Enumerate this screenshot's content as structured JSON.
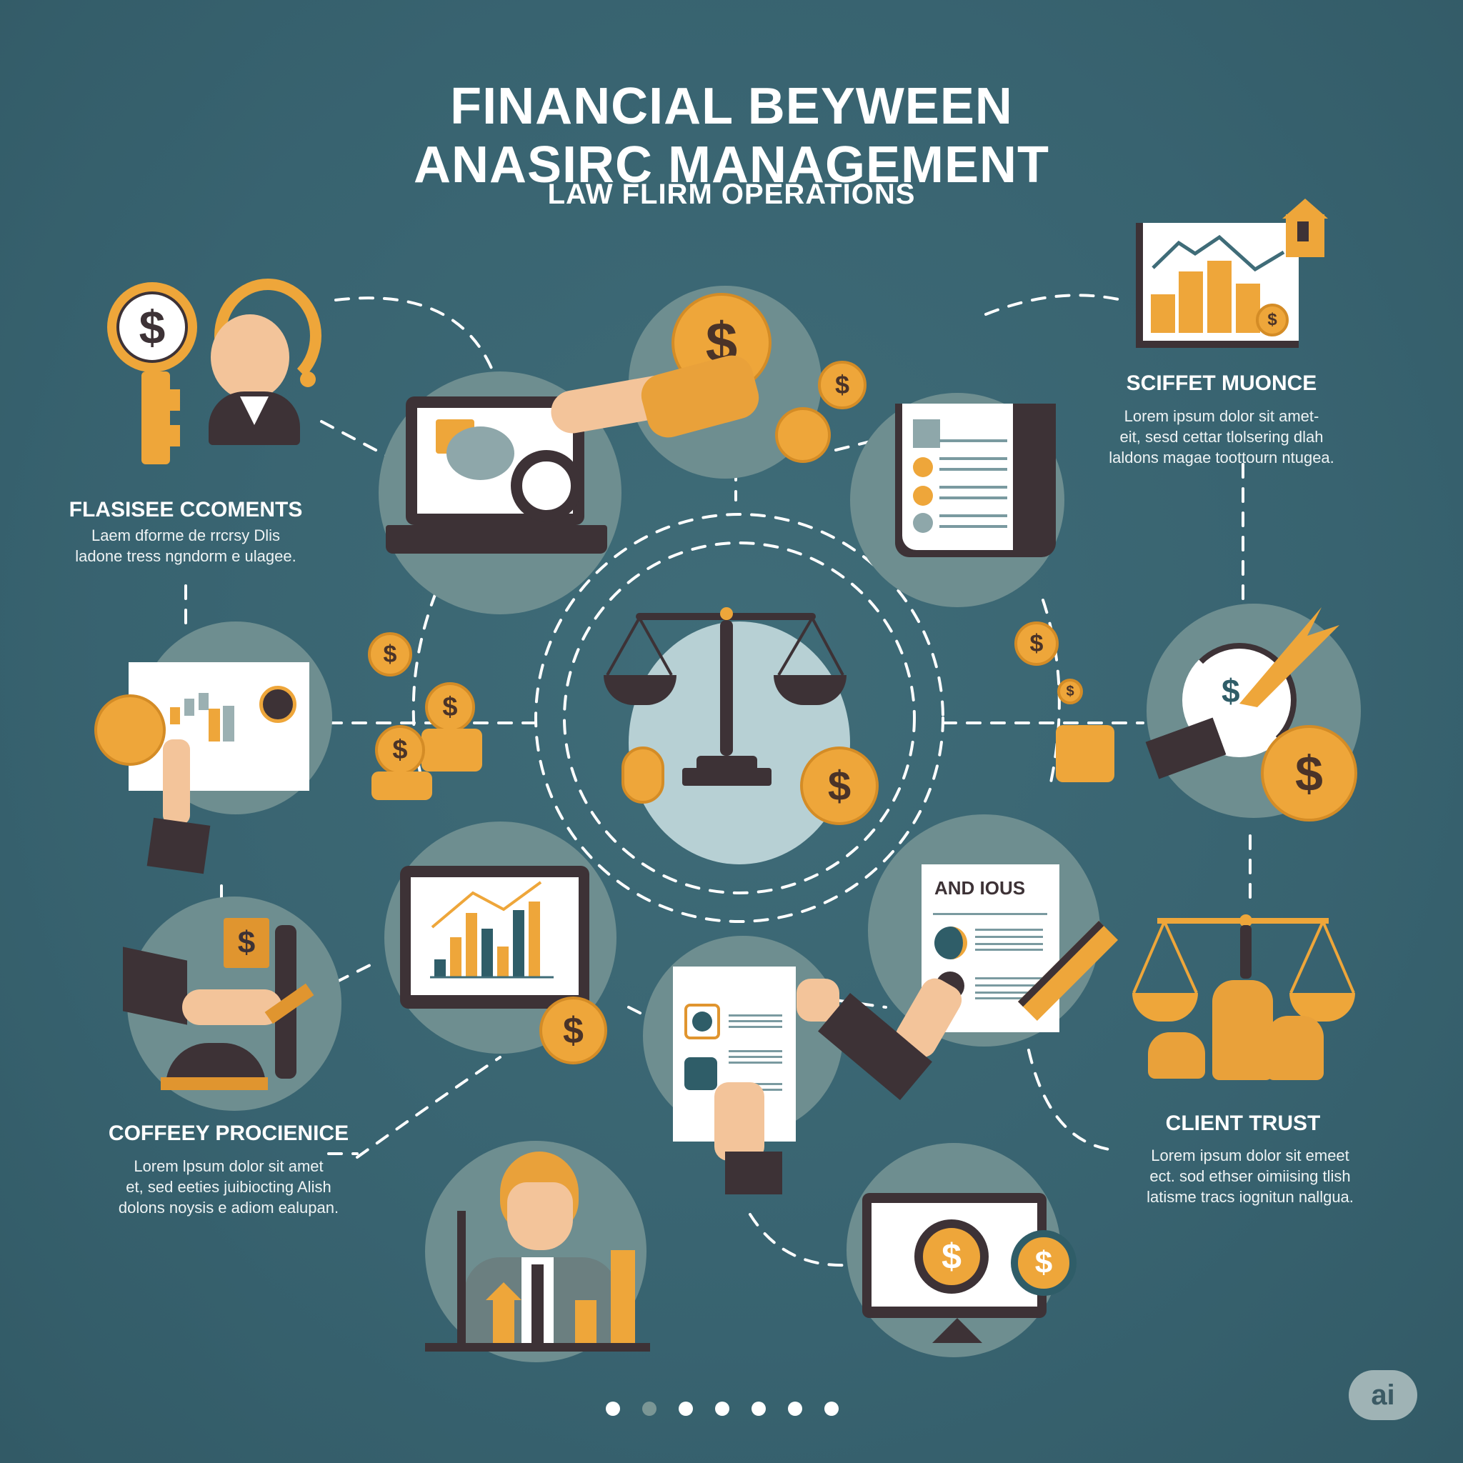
{
  "header": {
    "title_line1": "FINANCIAL BEYWEEN",
    "title_line2": "ANASIRC MANAGEMENT",
    "subtitle": "LAW FLIRM OPERATIONS"
  },
  "sections": [
    {
      "id": "flasisee-ccoments",
      "heading": "FLASISEE CCOMENTS",
      "body_lines": [
        "Laem dforme de rrcrsy Dlis",
        "ladone tress ngndorm e ulagee."
      ]
    },
    {
      "id": "sciffet-muonce",
      "heading": "SCIFFET MUONCE",
      "body_lines": [
        "Lorem ipsum dolor sit amet-",
        "eit, sesd cettar tlolsering dlah",
        "laldons magae toottourn ntugea."
      ]
    },
    {
      "id": "coffeey-procienice",
      "heading": "COFFEEY PROCIENICE",
      "body_lines": [
        "Lorem lpsum dolor sit amet",
        "et, sed eeties juibiocting Alish",
        "dolons noysis e adiom ealupan."
      ]
    },
    {
      "id": "client-trust",
      "heading": "CLIENT TRUST",
      "body_lines": [
        "Lorem ipsum dolor sit emeet",
        "ect. sod ethser oimiising tlish",
        "latisme tracs iognitun nallgua."
      ]
    }
  ],
  "document_card": {
    "heading": "AND IOUS"
  },
  "icons": [
    "dollar-key-icon",
    "headset-agent-icon",
    "laptop-chat-icon",
    "hand-coin-icon",
    "bar-chart-board-icon",
    "house-icon",
    "resume-checklist-icon",
    "scales-of-justice-icon",
    "dollar-gauge-icon",
    "report-pie-chart-icon",
    "tablet-bar-chart-icon",
    "contract-signing-icon",
    "gavel-stamp-icon",
    "businessman-growth-icon",
    "monitor-dollar-icon",
    "coin-stack-scales-icon"
  ],
  "coin_symbol": "$",
  "pagination": {
    "dots": [
      {
        "active": true
      },
      {
        "active": false
      },
      {
        "active": true
      },
      {
        "active": true
      },
      {
        "active": true
      },
      {
        "active": true
      },
      {
        "active": true
      }
    ]
  },
  "badge": {
    "label": "ai"
  },
  "colors": {
    "background": "#3a6571",
    "bubble": "#6e8e90",
    "accent_orange": "#eea63a",
    "dark": "#3d3236",
    "paper": "#ffffff",
    "center_light": "#b7d0d4"
  }
}
